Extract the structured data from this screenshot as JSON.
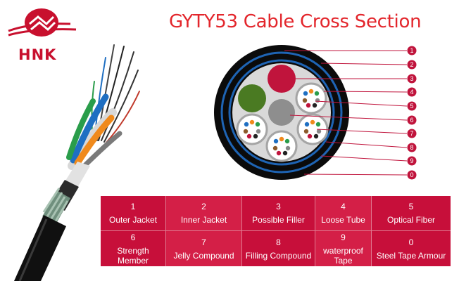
{
  "brand": {
    "name": "HNK",
    "color": "#c8102e"
  },
  "title": "GYTY53 Cable Cross Section",
  "callouts": [
    "1",
    "2",
    "3",
    "4",
    "5",
    "6",
    "7",
    "8",
    "9",
    "0"
  ],
  "legend": [
    {
      "num": "1",
      "label": "Outer Jacket"
    },
    {
      "num": "2",
      "label": "Inner Jacket"
    },
    {
      "num": "3",
      "label": "Possible Filler"
    },
    {
      "num": "4",
      "label": "Loose Tube"
    },
    {
      "num": "5",
      "label": "Optical Fiber"
    },
    {
      "num": "6",
      "label": "Strength Member"
    },
    {
      "num": "7",
      "label": "Jelly Compound"
    },
    {
      "num": "8",
      "label": "Filling Compound"
    },
    {
      "num": "9",
      "label": "waterproof Tape"
    },
    {
      "num": "0",
      "label": "Steel Tape Armour"
    }
  ],
  "colors": {
    "accent": "#c70f3a",
    "jacket": "#111111",
    "armour": "#1e64b4",
    "filler_red": "#c0143c",
    "filler_green": "#4a7a22",
    "strength": "#8e8e8e"
  }
}
